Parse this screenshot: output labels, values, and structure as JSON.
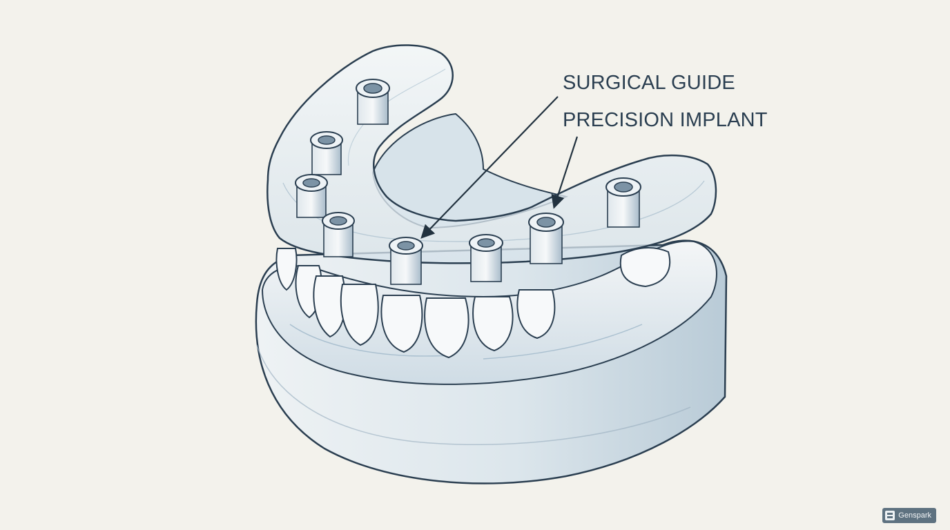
{
  "labels": {
    "surgical_guide": "SURGICAL GUIDE",
    "precision_implant": "PRECISION IMPLANT"
  },
  "watermark": {
    "text": "Genspark"
  },
  "colors": {
    "background": "#f3f2ec",
    "outline": "#2a3e50",
    "model_shadow": "#a9bfcf",
    "guide_tint": "#e6eef3"
  }
}
